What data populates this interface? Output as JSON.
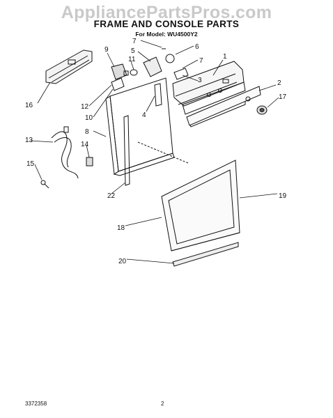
{
  "watermark": "AppliancePartsPros.com",
  "title": "FRAME AND CONSOLE PARTS",
  "model": "For Model: WU4500Y2",
  "doc_number": "3372358",
  "page_number": "2",
  "callouts": [
    "1",
    "2",
    "3",
    "4",
    "5",
    "6",
    "7",
    "7",
    "8",
    "9",
    "10",
    "11",
    "12",
    "13",
    "14",
    "15",
    "16",
    "17",
    "18",
    "19",
    "20",
    "22"
  ]
}
